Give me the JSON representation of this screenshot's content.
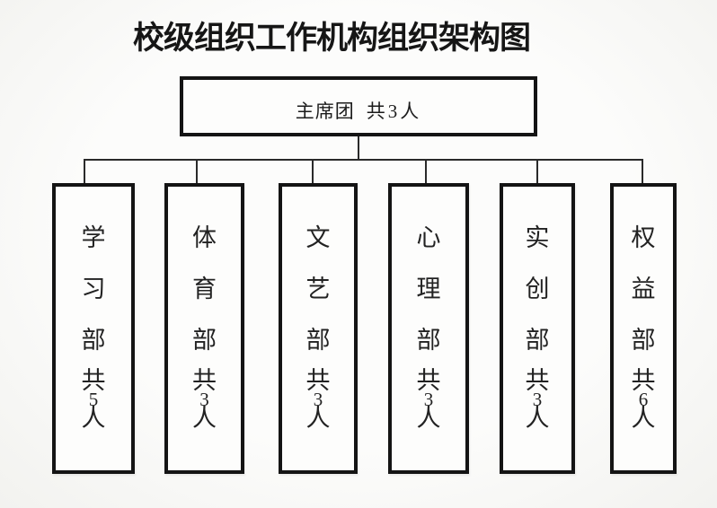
{
  "title": "校级组织工作机构组织架构图",
  "root": {
    "name": "主席团",
    "count": "共3人"
  },
  "departments": [
    {
      "name": "学习部",
      "prefix": "共",
      "count": "5",
      "unit": "人"
    },
    {
      "name": "体育部",
      "prefix": "共",
      "count": "3",
      "unit": "人"
    },
    {
      "name": "文艺部",
      "prefix": "共",
      "count": "3",
      "unit": "人"
    },
    {
      "name": "心理部",
      "prefix": "共",
      "count": "3",
      "unit": "人"
    },
    {
      "name": "实创部",
      "prefix": "共",
      "count": "3",
      "unit": "人"
    },
    {
      "name": "权益部",
      "prefix": "共",
      "count": "6",
      "unit": "人"
    }
  ],
  "chart_data": {
    "type": "org-chart",
    "title": "校级组织工作机构组织架构图",
    "root": {
      "label": "主席团",
      "members": 3
    },
    "children": [
      {
        "label": "学习部",
        "members": 5
      },
      {
        "label": "体育部",
        "members": 3
      },
      {
        "label": "文艺部",
        "members": 3
      },
      {
        "label": "心理部",
        "members": 3
      },
      {
        "label": "实创部",
        "members": 3
      },
      {
        "label": "权益部",
        "members": 6
      }
    ]
  }
}
